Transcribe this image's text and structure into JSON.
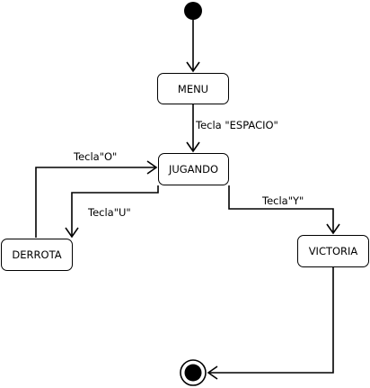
{
  "states": {
    "menu": "MENU",
    "jugando": "JUGANDO",
    "derrota": "DERROTA",
    "victoria": "VICTORIA"
  },
  "transitions": {
    "menu_to_jugando": "Tecla \"ESPACIO\"",
    "derrota_to_jugando": "Tecla\"O\"",
    "jugando_to_derrota": "Tecla\"U\"",
    "jugando_to_victoria": "Tecla\"Y\""
  }
}
